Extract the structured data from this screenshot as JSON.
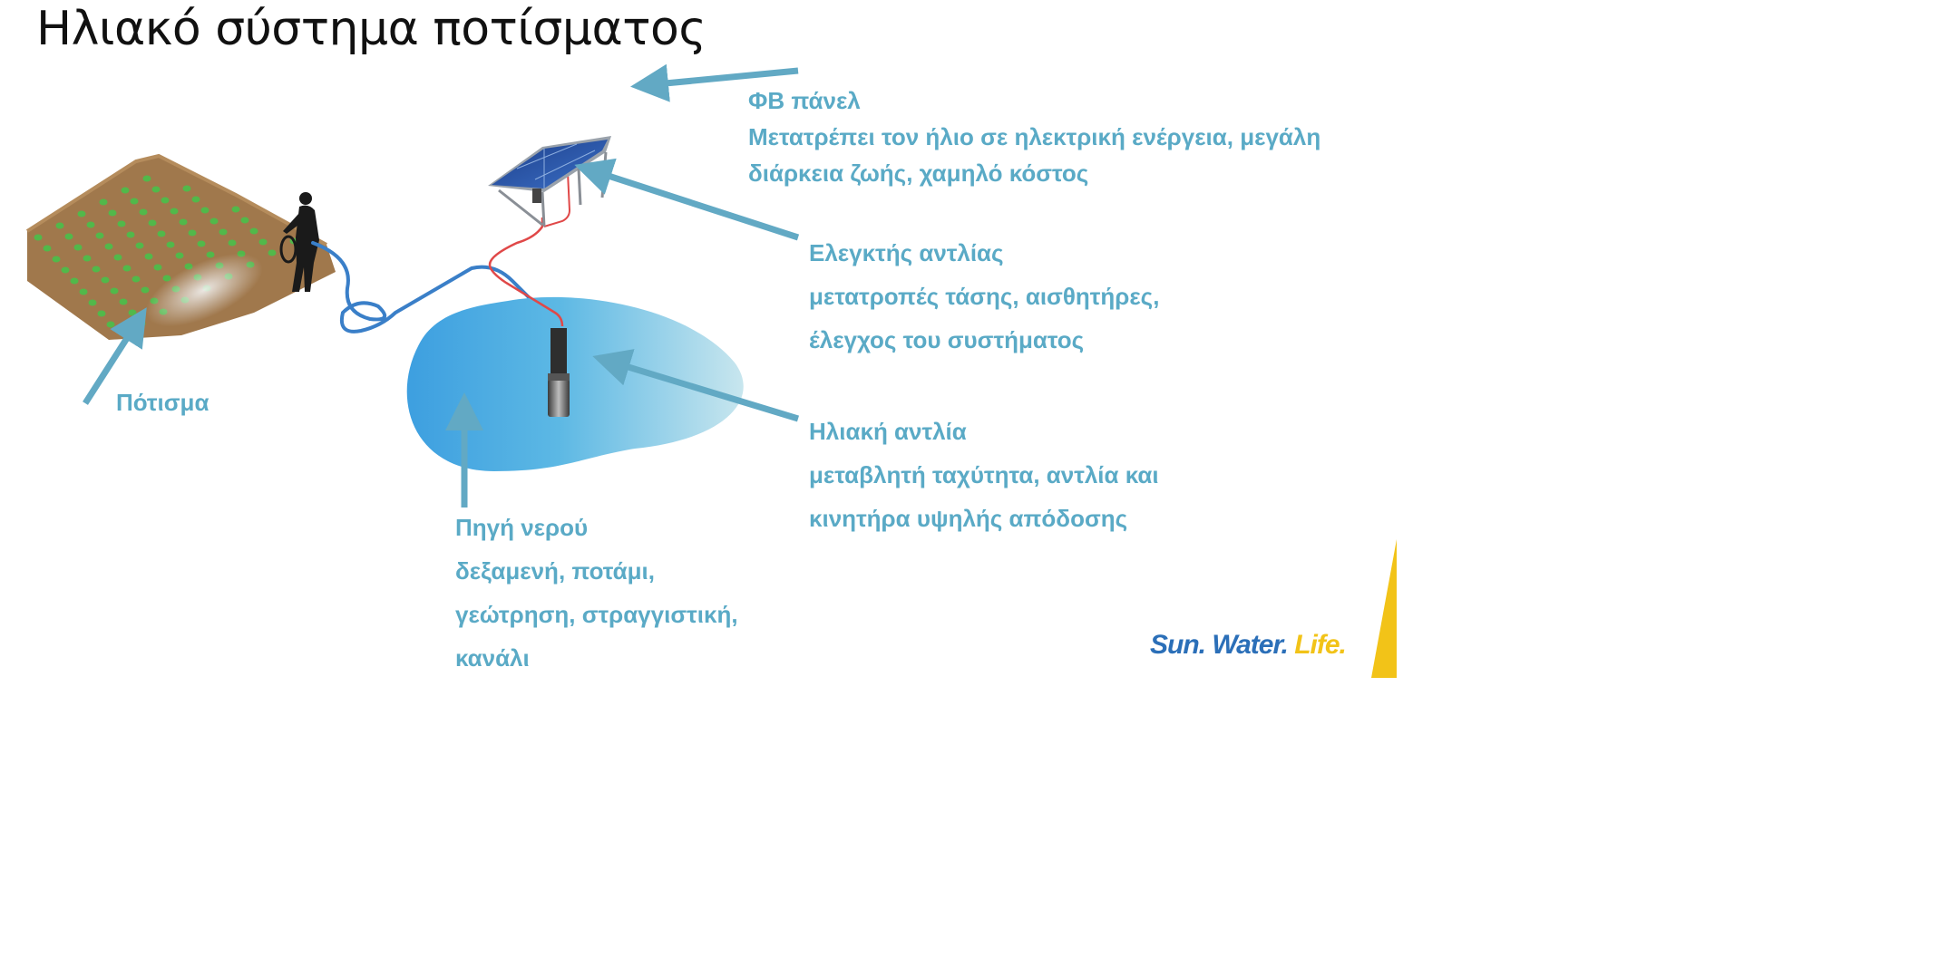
{
  "title": "Ηλιακό σύστημα ποτίσματος",
  "labels": {
    "pv_panel": {
      "heading": "ΦΒ πάνελ",
      "line1": "Μετατρέπει τον ήλιο σε ηλεκτρική ενέργεια, μεγάλη",
      "line2": "διάρκεια ζωής, χαμηλό κόστος"
    },
    "pump_controller": {
      "heading": "Ελεγκτής αντλίας",
      "line1": "μετατροπές τάσης, αισθητήρες,",
      "line2": "έλεγχος του συστήματος"
    },
    "solar_pump": {
      "heading": "Ηλιακή αντλία",
      "line1": "μεταβλητή ταχύτητα, αντλία και",
      "line2": "κινητήρα υψηλής απόδοσης"
    },
    "water_source": {
      "heading": "Πηγή νερού",
      "line1": "δεξαμενή, ποτάμι,",
      "line2": "γεώτρηση, στραγγιστική,",
      "line3": "κανάλι"
    },
    "irrigation": {
      "heading": "Πότισμα"
    }
  },
  "logo": {
    "sun": "Sun.",
    "water": "Water.",
    "life": "Life."
  },
  "colors": {
    "label_blue": "#5aaac6",
    "arrow_blue": "#62a9c4",
    "hose_blue": "#3a7fc8",
    "cable_red": "#e04848",
    "soil": "#a0784c",
    "plant_green": "#52b84a",
    "logo_blue": "#2b6fb8",
    "logo_yellow": "#f2c318"
  }
}
